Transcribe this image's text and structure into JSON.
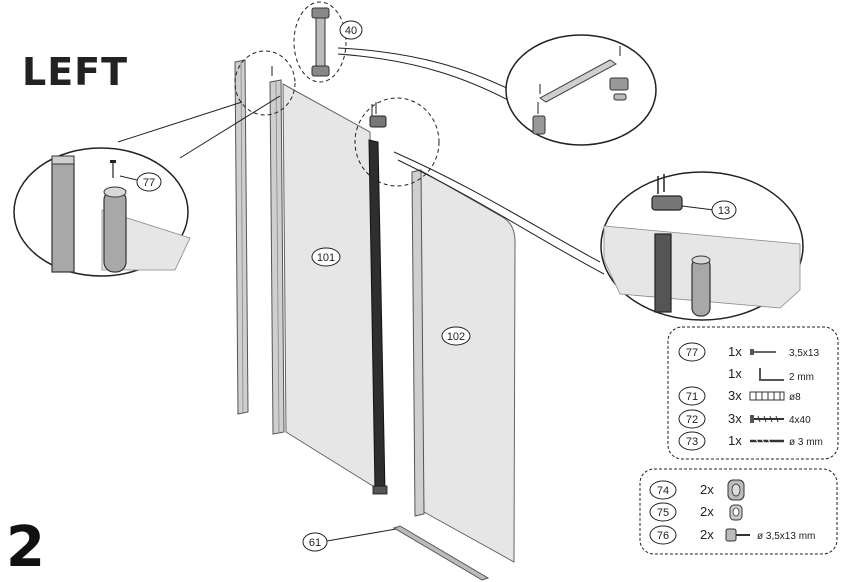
{
  "title": "LEFT",
  "step_number": "2",
  "callouts": {
    "c40": "40",
    "c77": "77",
    "c13": "13",
    "c101": "101",
    "c102": "102",
    "c61": "61"
  },
  "hardware_box_1": [
    {
      "ref": "77",
      "qty": "1x",
      "icon": "screw-icon",
      "spec": "3,5x13"
    },
    {
      "ref": "",
      "qty": "1x",
      "icon": "allen-key-icon",
      "spec": "2 mm"
    },
    {
      "ref": "71",
      "qty": "3x",
      "icon": "wall-plug-icon",
      "spec": "ø8"
    },
    {
      "ref": "72",
      "qty": "3x",
      "icon": "screw-icon",
      "spec": "4x40"
    },
    {
      "ref": "73",
      "qty": "1x",
      "icon": "drill-bit-icon",
      "spec": "ø 3 mm"
    }
  ],
  "hardware_box_2": [
    {
      "ref": "74",
      "qty": "2x",
      "icon": "cap-icon",
      "spec": ""
    },
    {
      "ref": "75",
      "qty": "2x",
      "icon": "washer-icon",
      "spec": ""
    },
    {
      "ref": "76",
      "qty": "2x",
      "icon": "screw-cap-icon",
      "spec": "ø 3,5x13 mm"
    }
  ]
}
